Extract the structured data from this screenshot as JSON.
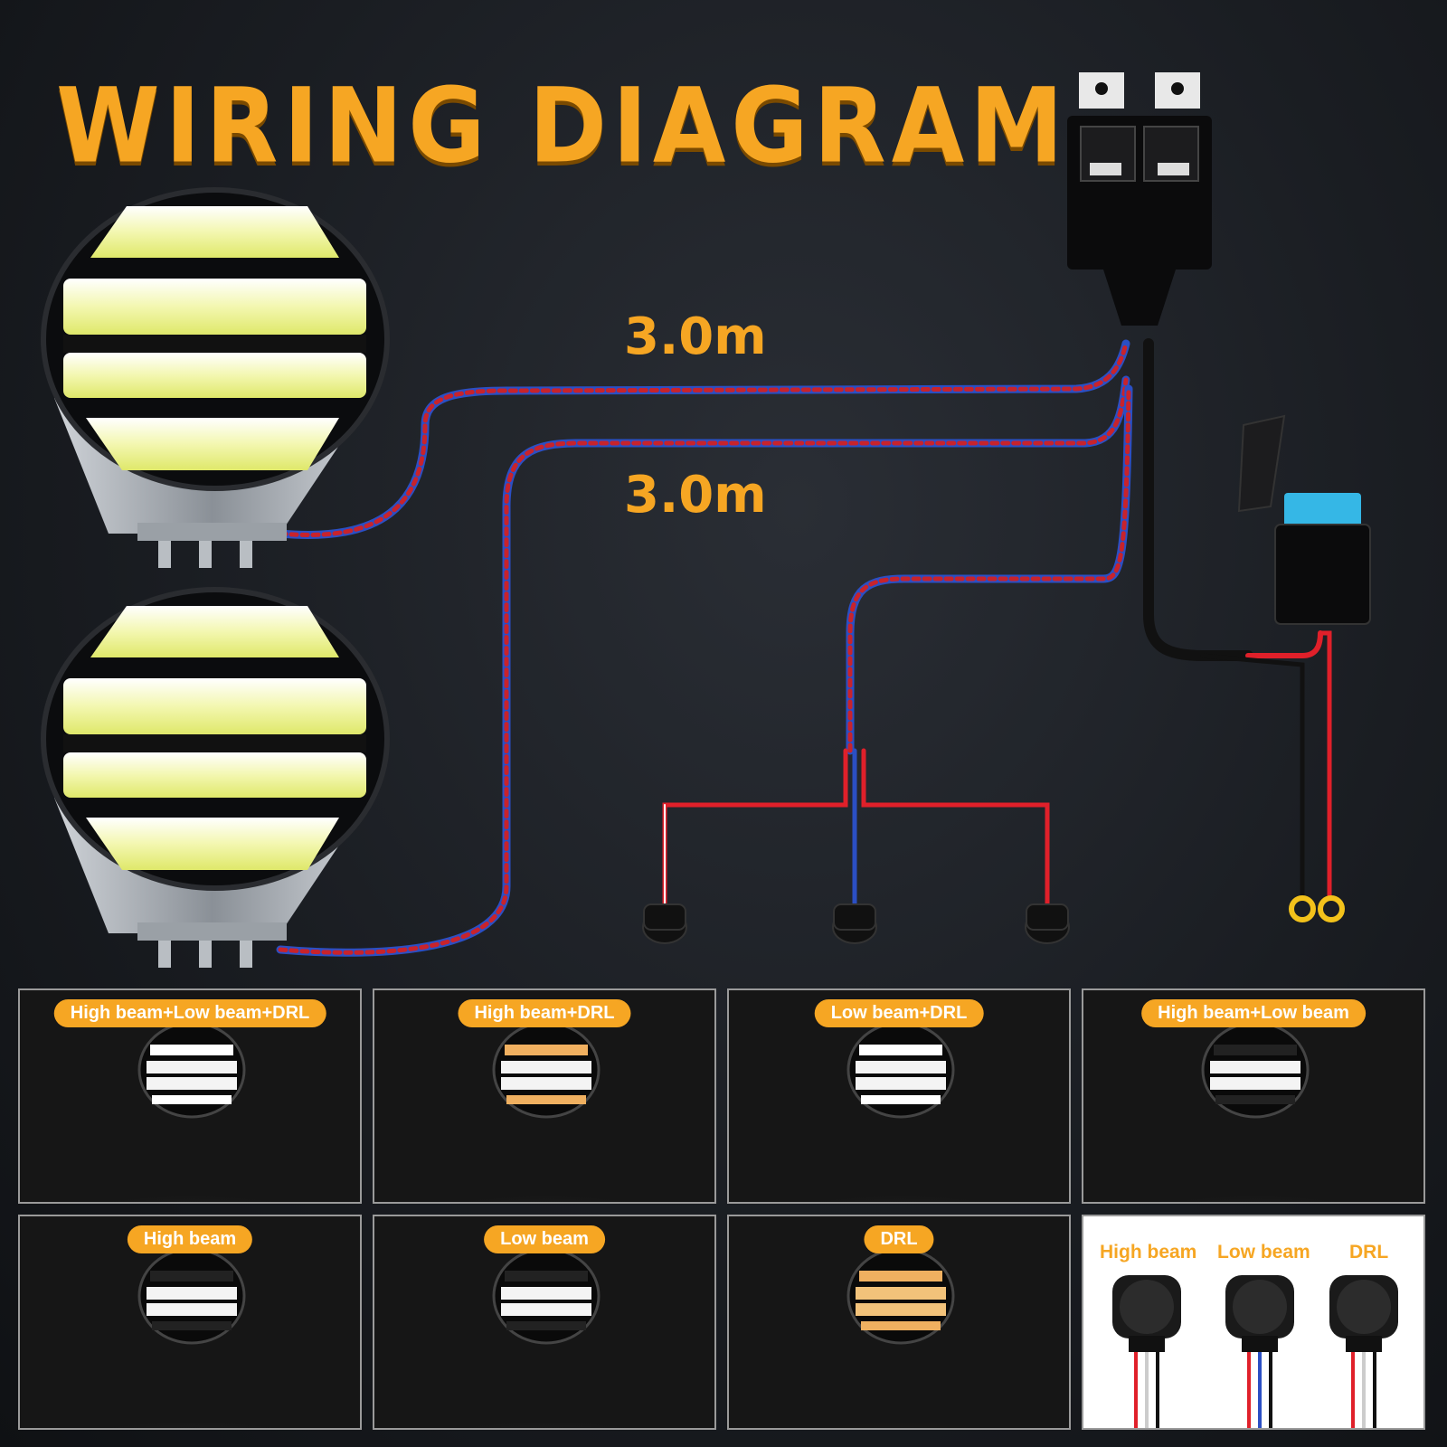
{
  "title": "WIRING DIAGRAM",
  "cable_lengths": [
    "3.0m",
    "3.0m"
  ],
  "modes": [
    {
      "label": "High beam+Low beam+DRL",
      "drl": "white",
      "glow": "white"
    },
    {
      "label": "High beam+DRL",
      "drl": "amber",
      "glow": "white"
    },
    {
      "label": "Low beam+DRL",
      "drl": "white",
      "glow": "white"
    },
    {
      "label": "High beam+Low beam",
      "drl": "none",
      "glow": "white"
    },
    {
      "label": "High beam",
      "drl": "none",
      "glow": "white"
    },
    {
      "label": "Low beam",
      "drl": "none",
      "glow": "white"
    },
    {
      "label": "DRL",
      "drl": "amber",
      "glow": "amber"
    }
  ],
  "switches": [
    "High beam",
    "Low beam",
    "DRL"
  ],
  "colors": {
    "accent": "#f6a623",
    "wire_red": "#e0202a",
    "wire_blue": "#2b4fc4"
  }
}
